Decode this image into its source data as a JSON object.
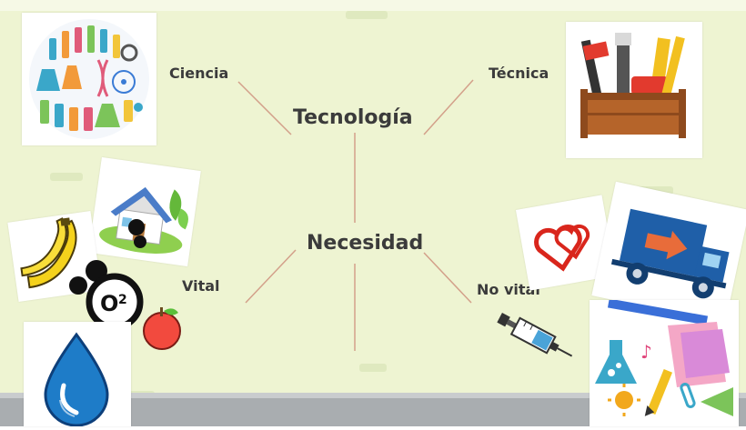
{
  "diagram": {
    "center_top": "Tecnología",
    "center_middle": "Necesidad",
    "branches": {
      "ciencia": "Ciencia",
      "tecnica": "Técnica",
      "vital": "Vital",
      "no_vital": "No vital"
    }
  },
  "colors": {
    "background": "#eef4d2",
    "line": "#d3a08a",
    "text": "#3b3b3b",
    "floor": "#a9adb0"
  },
  "icons": {
    "science": "science-collage-icon",
    "tools": "toolbox-icon",
    "vital_items": [
      "banana-icon",
      "house-icon",
      "oxygen-icon",
      "apple-icon",
      "water-drop-icon"
    ],
    "non_vital_items": [
      "hearts-icon",
      "truck-icon",
      "syringe-icon",
      "school-supplies-icon"
    ]
  }
}
